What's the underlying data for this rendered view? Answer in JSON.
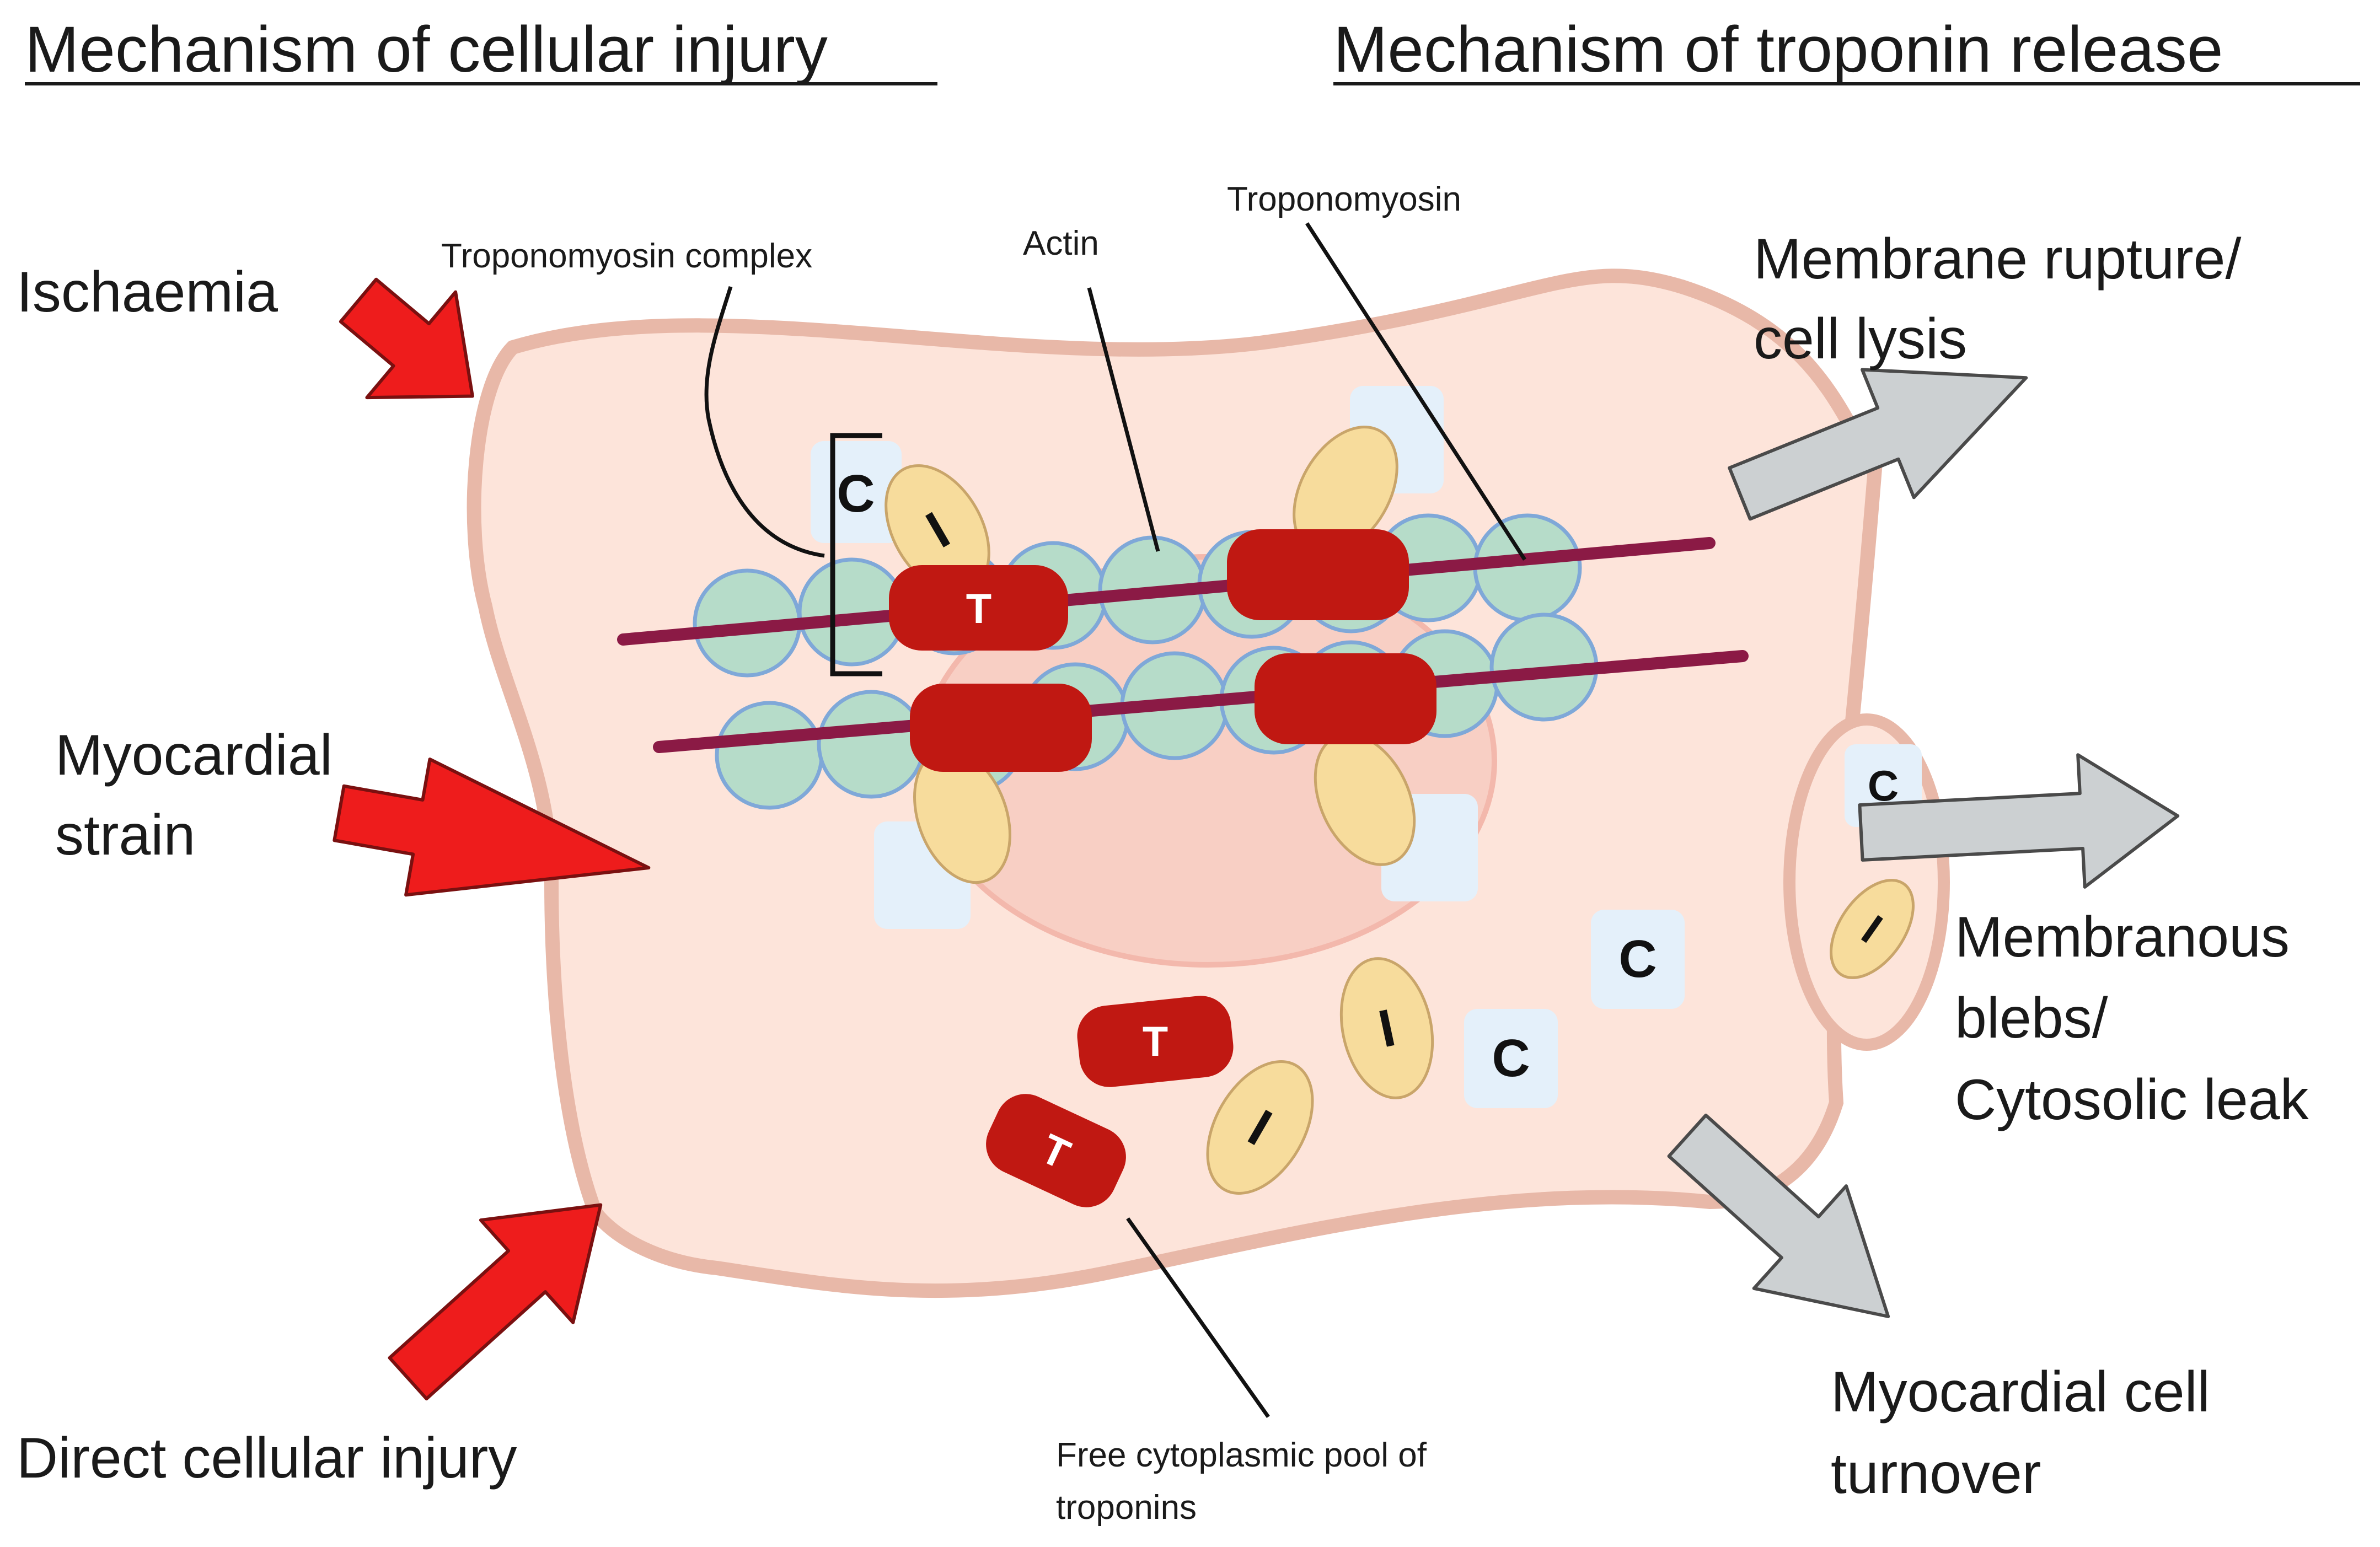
{
  "headings": {
    "left": "Mechanism of cellular injury",
    "right": "Mechanism of troponin release"
  },
  "causes": {
    "ischaemia": "Ischaemia",
    "strain_line1": "Myocardial",
    "strain_line2": "strain",
    "direct": "Direct cellular injury"
  },
  "labels": {
    "complex": "Troponomyosin complex",
    "actin": "Actin",
    "tropomyosin": "Troponomyosin",
    "free_pool_line1": "Free cytoplasmic pool of",
    "free_pool_line2": "troponins"
  },
  "mechanisms": {
    "rupture_line1": "Membrane rupture/",
    "rupture_line2": "cell lysis",
    "blebs_line1": "Membranous",
    "blebs_line2": "blebs/",
    "blebs_line3": "Cytosolic leak",
    "turnover_line1": "Myocardial cell",
    "turnover_line2": "turnover"
  },
  "subunits": {
    "c": "C",
    "i": "I",
    "t": "T"
  },
  "colors": {
    "cell_fill": "#fde4da",
    "cell_border": "#e8b8a8",
    "nucleus": "#f8cfc4",
    "actin_fill": "#b6dcc9",
    "actin_stroke": "#7fa8d8",
    "tropomyosin": "#8b1a45",
    "troponin_t": "#c01812",
    "troponin_i": "#f7dc9c",
    "troponin_c": "#e4f0fa",
    "injury_arrow": "#ee1c1c",
    "release_arrow": "#ccd0d2"
  }
}
